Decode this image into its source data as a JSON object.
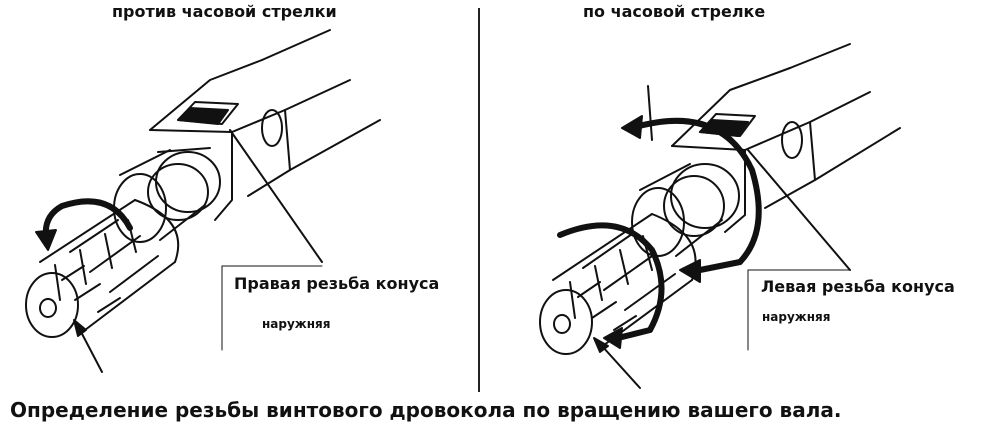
{
  "left_panel": {
    "title": "против часовой стрелки",
    "thread_label": "Правая резьба конуса",
    "thread_sub": "наружняя"
  },
  "right_panel": {
    "title": "по часовой стрелке",
    "thread_label": "Левая резьба конуса",
    "thread_sub": "наружняя"
  },
  "caption": "Определение резьбы винтового дровокола по вращению вашего вала.",
  "colors": {
    "ink": "#111111",
    "background": "#ffffff"
  }
}
